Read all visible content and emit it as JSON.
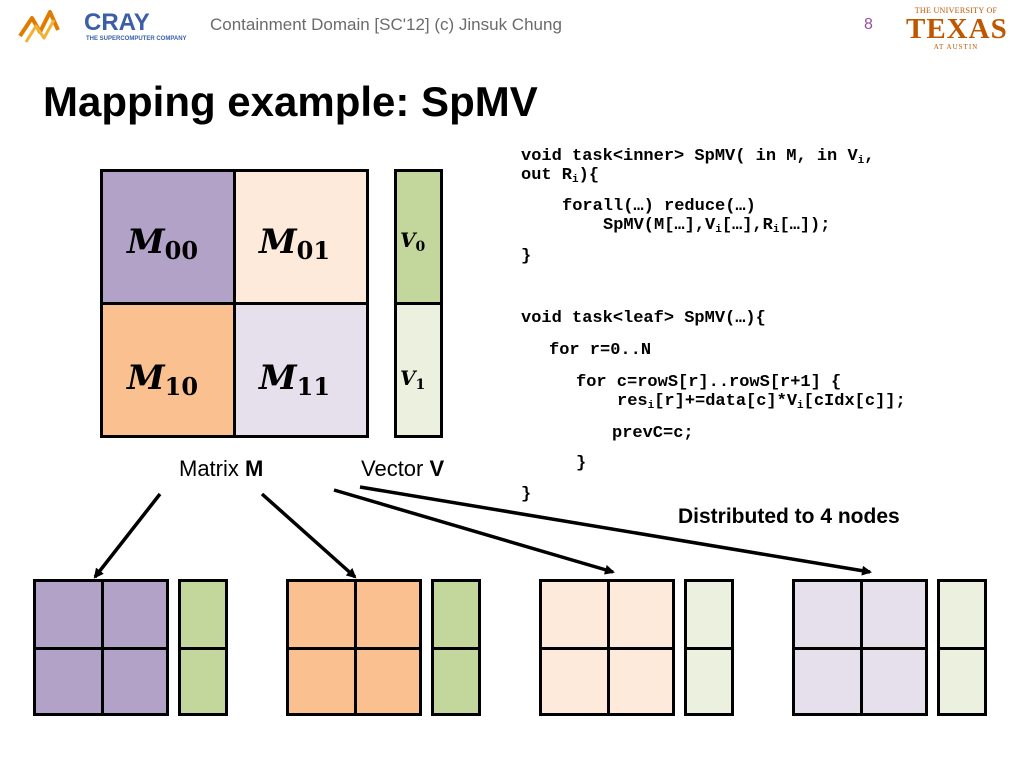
{
  "header": {
    "logo_left_text": "CRAY",
    "logo_left_tagline": "THE SUPERCOMPUTER COMPANY",
    "text": "Containment Domain [SC'12] (c) Jinsuk Chung",
    "page_number": "8",
    "logo_right_line1": "THE UNIVERSITY OF",
    "logo_right_line2": "TEXAS",
    "logo_right_line3": "AT AUSTIN"
  },
  "title": "Mapping example: SpMV",
  "colors": {
    "m00": "#b3a2c7",
    "m01": "#fdeada",
    "m10": "#fac090",
    "m11": "#e6e0ec",
    "v0": "#c3d69b",
    "v1": "#ebf1de"
  },
  "matrix": {
    "labels": {
      "m00": "00",
      "m01": "01",
      "m10": "10",
      "m11": "11",
      "base": "M"
    },
    "caption_prefix": "Matrix ",
    "caption_bold": "M"
  },
  "vector": {
    "labels": {
      "v0": "0",
      "v1": "1",
      "base": "V"
    },
    "caption_prefix": "Vector ",
    "caption_bold": "V"
  },
  "code": {
    "inner_line1_pre": "void task<inner> SpMV( in M, in V",
    "inner_line1_sub": "i",
    "inner_line1_post": ",",
    "inner_line2_pre": "out R",
    "inner_line2_sub": "i",
    "inner_line2_post": "){",
    "inner_line3": "forall(…) reduce(…)",
    "inner_line4_a": "SpMV(M[…],V",
    "inner_line4_sub1": "i",
    "inner_line4_b": "[…],R",
    "inner_line4_sub2": "i",
    "inner_line4_c": "[…]);",
    "inner_close": "}",
    "leaf_line1": "void task<leaf> SpMV(…){",
    "leaf_line2": "for r=0..N",
    "leaf_line3": "for c=rowS[r]..rowS[r+1] {",
    "leaf_line4_a": "res",
    "leaf_line4_sub1": "i",
    "leaf_line4_b": "[r]+=data[c]*V",
    "leaf_line4_sub2": "i",
    "leaf_line4_c": "[cIdx[c]];",
    "leaf_line5": "prevC=c;",
    "leaf_line6": "}",
    "leaf_close": "}"
  },
  "distribution_label": "Distributed to 4 nodes"
}
